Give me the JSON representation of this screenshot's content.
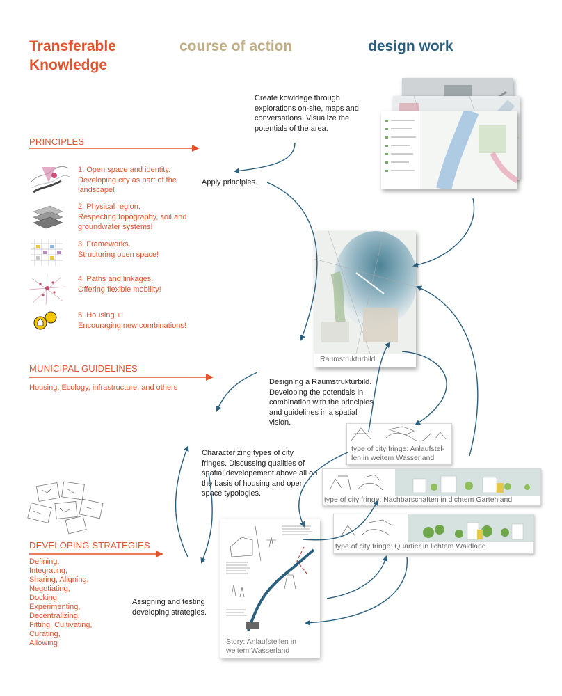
{
  "headers": {
    "transferable": "Transferable Knowledge",
    "course": "course of action",
    "design": "design work"
  },
  "sections": {
    "principles": "PRINCIPLES",
    "municipal": "MUNICIPAL GUIDELINES",
    "municipal_sub": "Housing, Ecology, infrastructure, and others",
    "strategies": "DEVELOPING STRATEGIES"
  },
  "principles": [
    {
      "num": "1. Open space and identity.",
      "desc": "Developing city as part of the landscape!",
      "icon": "landscape-sketch-icon"
    },
    {
      "num": "2. Physical region.",
      "desc": "Respecting topography, soil and groundwater systems!",
      "icon": "layered-terrain-icon"
    },
    {
      "num": "3. Frameworks.",
      "desc": "Structuring open space!",
      "icon": "grid-framework-icon"
    },
    {
      "num": "4. Paths and linkages.",
      "desc": "Offering flexible mobility!",
      "icon": "network-paths-icon"
    },
    {
      "num": "5. Housing +!",
      "desc": "Encouraging new combinations!",
      "icon": "housing-plus-icon"
    }
  ],
  "strategy_words": [
    "Defining,",
    "Integrating,",
    "Sharing, Aligning,",
    "Negotiating,",
    "Docking,",
    "Experimenting,",
    "Decentralizing,",
    "Fitting, Cultivating,",
    "Curating,",
    "Allowing"
  ],
  "course_texts": {
    "create": "Create kowldege through explorations on-site, maps and conversations. Visualize the potentials of the area.",
    "apply": "Apply principles.",
    "designing": "Designing a Raumstrukturbild. Developing the potentials in combination with the principles and guidelines in a spatial vision.",
    "characterizing": "Characterizing types of city fringes. Discussing qualities of spatial developement above all on the basis of housing and open space typologies.",
    "assigning": "Assigning and testing developing strategies."
  },
  "design_captions": {
    "raum": "Raumstrukturbild",
    "fringe1": "type of city fringe: Anlaufstel-len in weitem Wasserland",
    "fringe2": "type of city fringe: Nachbarschaften in dichtem Gartenland",
    "fringe3": "type of city fringe: Quartier in lichtem Waldland",
    "story": "Story: Anlaufstellen in weitem Wasserland"
  },
  "colors": {
    "orange": "#e2522d",
    "tan": "#bfad86",
    "teal": "#2a5f7d"
  }
}
